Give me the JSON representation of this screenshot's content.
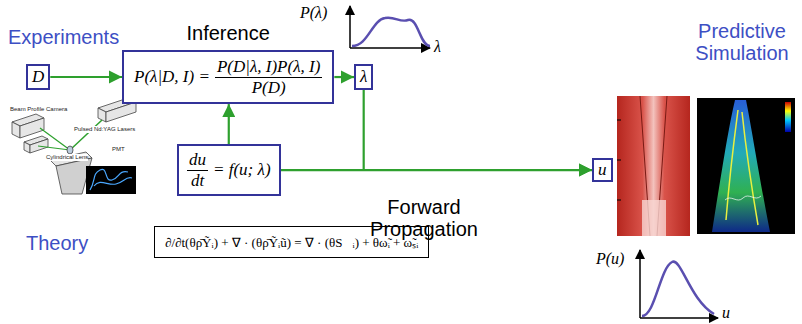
{
  "diagram": {
    "nodes": [
      {
        "text": [
          "D"
        ]
      },
      {
        "text": [
          "Inference",
          "P(λ|D, I) =",
          "P(D|λ, I)P(λ, I)",
          "P(D)"
        ]
      },
      {
        "text": [
          "λ"
        ]
      },
      {
        "text": [
          "du",
          "dt",
          "= f(u; λ)"
        ]
      },
      {
        "text": [
          "u"
        ]
      },
      {
        "text": [
          "∂/∂t(θρ̄Ỹᵢ) + ∇ · (θρ̄Ỹᵢũ) = ∇ · (θS⃗ᵢ) + θω̃ᵢ + ω̃ₛᵢ"
        ]
      }
    ],
    "edges": [
      {
        "from": 0,
        "to": 1,
        "arrow": "to"
      },
      {
        "from": 1,
        "to": 2,
        "arrow": "to"
      },
      {
        "from": 3,
        "to": 1,
        "arrow": "to"
      },
      {
        "from": 2,
        "to": 4,
        "arrow": "to"
      },
      {
        "from": 3,
        "to": 4,
        "arrow": "to"
      }
    ],
    "labels": [
      "Experiments",
      "Predictive Simulation",
      "Forward Propagation",
      "Theory",
      "P(λ)",
      "λ",
      "P(u)",
      "u",
      "Beam Profile Camera",
      "Cylindrical Lens",
      "Pulsed Nd:YAG Lasers",
      "PMT"
    ]
  }
}
